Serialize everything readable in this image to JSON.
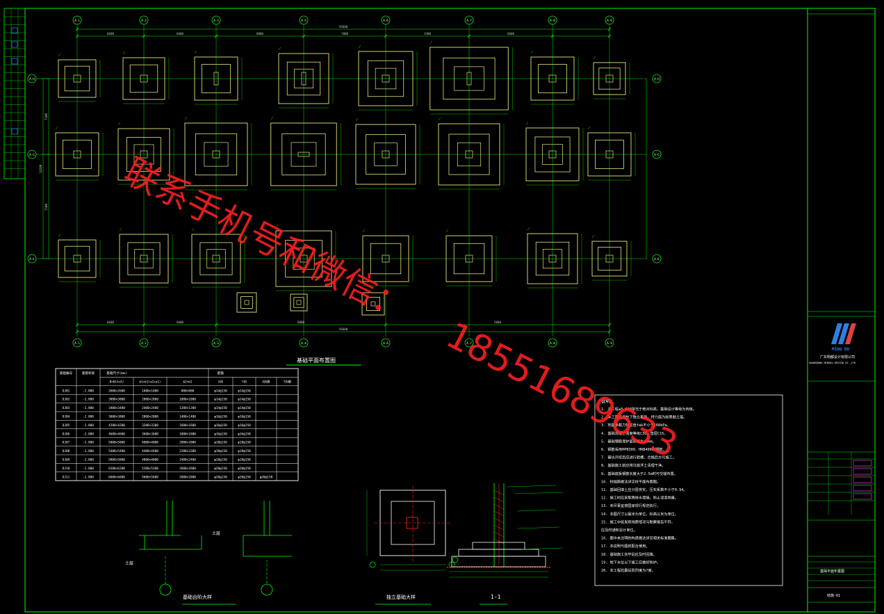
{
  "plan": {
    "axes_top": [
      "A-1",
      "A-2",
      "A-3",
      "A-5",
      "A-6",
      "A-7",
      "A-8",
      "A-9"
    ],
    "axes_bottom": [
      "A-1",
      "A-2",
      "A-3",
      "A-4",
      "A-6",
      "A-7",
      "A-8",
      "A-9"
    ],
    "row_axes": [
      "A-H",
      "A-G",
      "A-E"
    ],
    "dims_top": [
      "6600",
      "6600",
      "8800",
      "7800",
      "3300",
      "6600"
    ],
    "dim_total": "56600",
    "dim_total_bottom": "56600",
    "dims_bottom": [
      "6600",
      "6600",
      "8800",
      "5800"
    ],
    "dims_left": [
      "7100",
      "7100"
    ],
    "dim_left_total": "14200"
  },
  "titles": {
    "plan_title": "基础平面布置图",
    "pad_detail": "独立基础大样",
    "section_label": "1-1",
    "step_detail": "基础台阶大样",
    "soil_label_1": "土层",
    "soil_label_2": "土层"
  },
  "table": {
    "header_main": [
      "基础编号",
      "基底标高",
      "基础尺寸(mm)",
      "",
      "",
      "配筋",
      "",
      "",
      ""
    ],
    "header_sub": [
      "",
      "",
      "B×B(A×A)",
      "b1×b1(a1×a1)",
      "b2×b2",
      "X向",
      "Y向",
      "X向筋",
      "Y向筋"
    ],
    "rows": [
      [
        "DJ01",
        "-2.800",
        "2600×2600",
        "1600×1600",
        "800×800",
        "φ14@150",
        "φ14@150",
        "",
        ""
      ],
      [
        "DJ02",
        "-2.800",
        "3000×3000",
        "2000×2000",
        "1000×1000",
        "φ14@150",
        "φ14@150",
        "",
        ""
      ],
      [
        "DJ03",
        "-2.800",
        "3400×3400",
        "2400×2400",
        "1200×1200",
        "φ14@150",
        "φ14@150",
        "",
        ""
      ],
      [
        "DJ04",
        "-2.800",
        "3800×3800",
        "2800×2800",
        "1400×1400",
        "φ16@150",
        "φ16@150",
        "",
        ""
      ],
      [
        "DJ05",
        "-2.800",
        "4200×4200",
        "3200×3200",
        "1600×1600",
        "φ16@150",
        "φ16@150",
        "",
        ""
      ],
      [
        "DJ06",
        "-2.800",
        "4600×4600",
        "3600×3600",
        "1800×1800",
        "φ16@150",
        "φ16@150",
        "",
        ""
      ],
      [
        "DJ07",
        "-2.800",
        "5000×5000",
        "4000×4000",
        "2000×2000",
        "φ18@150",
        "φ18@150",
        "",
        ""
      ],
      [
        "DJ08",
        "-2.800",
        "5400×5400",
        "4400×4400",
        "2200×2200",
        "φ18@150",
        "φ18@150",
        "",
        ""
      ],
      [
        "DJ09",
        "-2.800",
        "5800×5800",
        "4800×4800",
        "2400×2400",
        "φ18@150",
        "φ18@150",
        "",
        ""
      ],
      [
        "DJ10",
        "-2.800",
        "6200×6200",
        "5200×5200",
        "2600×2600",
        "φ20@150",
        "φ20@150",
        "",
        ""
      ],
      [
        "DJ11",
        "-2.800",
        "6600×6600",
        "5600×5600",
        "2800×2800",
        "φ20@150",
        "φ20@150",
        "φ20@150",
        ""
      ]
    ]
  },
  "notes": {
    "title": "说明：",
    "lines": [
      "1. 本工程±0.000相当于绝对标高，基础设计等级为丙级。",
      "2. 本工程采用柱下独立基础，持力层为粉质黏土层。",
      "3. 地基承载力特征值fak不小于160kPa。",
      "4. 基础混凝土强度等级C30，垫层C15。",
      "5. 基础钢筋保护层厚度为40mm。",
      "6. 钢筋采用HPB300、HRB400级钢筋。",
      "7. 基坑开挖后应进行验槽，合格后方可施工。",
      "8. 基础施工前应将坑底浮土清理干净。",
      "9. 基础底板钢筋长度大于2.5m时可交错布置。",
      "10. 柱插筋做法详见柱平面布置图。",
      "11. 基础回填土应分层夯实，压实系数不小于0.94。",
      "12. 施工时应采取降排水措施，防止浸泡地基。",
      "13. 未尽事宜按国家现行规范执行。",
      "14. 本图尺寸以毫米为单位，标高以米为单位。",
      "15. 施工中如发现地质情况与勘察报告不符，",
      "    应及时通知设计单位。",
      "16. 图中未注明的构造做法详见相关标准图集。",
      "17. 本说明与图纸配合使用。",
      "18. 基础施工完毕后应及时回填。",
      "19. 地下水位以下施工应做好防护。",
      "20. 本工程抗震设防烈度为7度。"
    ]
  },
  "title_block": {
    "company_logo": "MING DU",
    "company_name": "广东明都设计有限公司",
    "company_en": "GUANGDONG MINGDU DESIGN CO.,LTD",
    "drawing_name": "基础平面布置图",
    "drawing_no": "结施-01"
  },
  "watermark": {
    "line1": "联系手机号和微信：",
    "line2": "18551689633"
  },
  "colors": {
    "line": "#00ff00",
    "pad": "#e6e680",
    "dim": "#c8c8c8",
    "text": "#ffffff",
    "red": "#ff2020",
    "cyan": "#00ffff",
    "blue": "#3070ff",
    "magenta": "#ff40ff"
  }
}
